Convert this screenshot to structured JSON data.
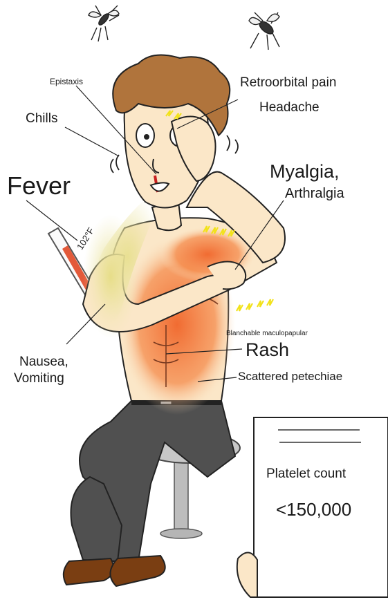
{
  "labels": {
    "epistaxis": "Epistaxis",
    "retroorbital_pain": "Retroorbital pain",
    "headache": "Headache",
    "chills": "Chills",
    "fever": "Fever",
    "thermometer_reading": "102°F",
    "myalgia": "Myalgia,",
    "arthralgia": "Arthralgia",
    "rash_qualifier": "Blanchable maculopapular",
    "rash": "Rash",
    "nausea": "Nausea,",
    "vomiting": "Vomiting",
    "petechiae": "Scattered petechiae"
  },
  "lab_sheet": {
    "title": "Platelet count",
    "value": "<150,000"
  },
  "colors": {
    "skin": "#fbe7c8",
    "hair": "#b0743c",
    "rash": "#f27a3a",
    "vomit": "#e7df8e",
    "pants": "#505050",
    "shoes": "#7a3e12",
    "stool": "#c8c8c8",
    "thermometer_fill": "#e35a3a",
    "pain_marks": "#f2e21b"
  }
}
